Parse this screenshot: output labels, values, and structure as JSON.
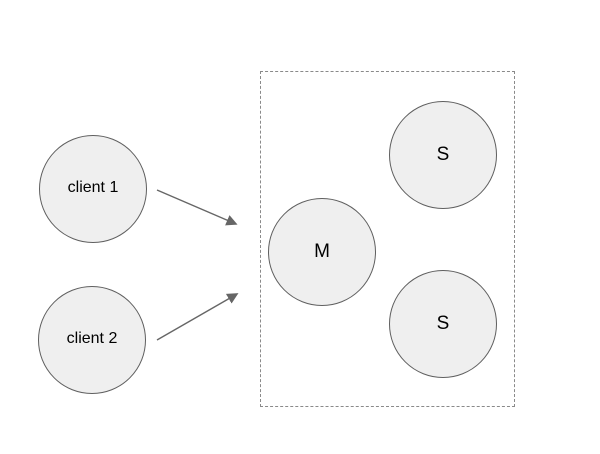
{
  "diagram": {
    "nodes": [
      {
        "id": "client-1",
        "label": "client 1"
      },
      {
        "id": "client-2",
        "label": "client 2"
      },
      {
        "id": "m",
        "label": "M"
      },
      {
        "id": "s-top",
        "label": "S"
      },
      {
        "id": "s-bottom",
        "label": "S"
      }
    ],
    "edges": [
      {
        "from": "client-1",
        "to": "m",
        "arrowhead": "end"
      },
      {
        "from": "client-2",
        "to": "m",
        "arrowhead": "end"
      }
    ],
    "colors": {
      "background": "#ffffff",
      "node_fill": "#efefef",
      "node_stroke": "#5f5f5f",
      "arrow": "#666666",
      "cluster_border": "#8a8a8a"
    }
  }
}
